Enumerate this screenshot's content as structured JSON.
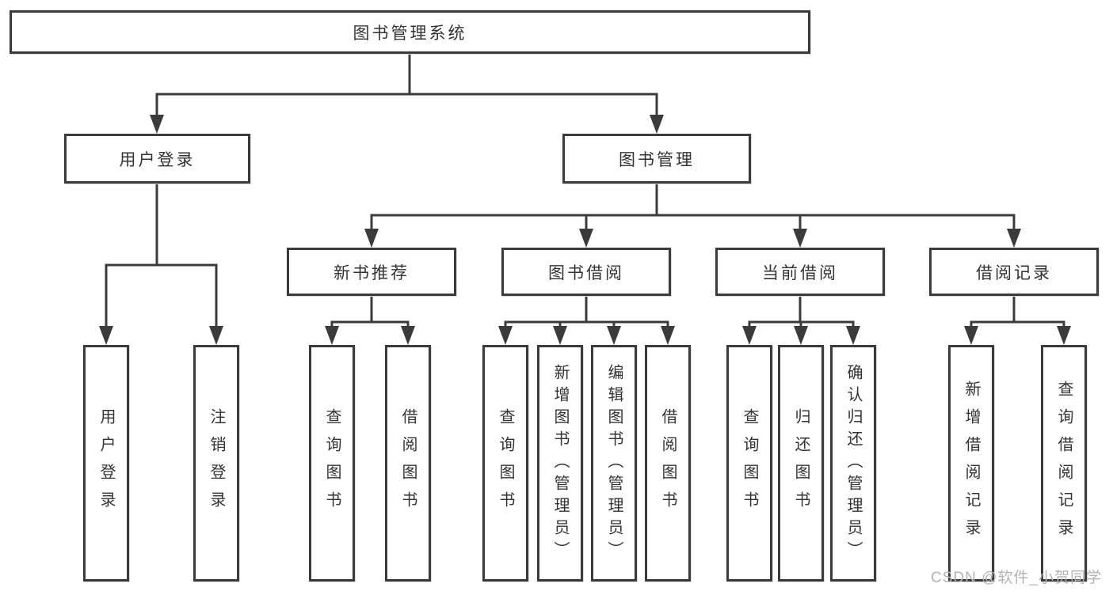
{
  "colors": {
    "line": "#3b3b3b",
    "text": "#333333",
    "box_bg": "#ffffff",
    "watermark": "#b3b3b3"
  },
  "nodes": {
    "root": "图书管理系统",
    "user_login": "用户登录",
    "book_mgmt": "图书管理",
    "new_book_rec": "新书推荐",
    "book_borrow": "图书借阅",
    "current_borrow": "当前借阅",
    "borrow_record": "借阅记录",
    "leaf_user_login": "用户登录",
    "leaf_logout": "注销登录",
    "leaf_nb_query": "查询图书",
    "leaf_nb_borrow": "借阅图书",
    "leaf_bb_query": "查询图书",
    "leaf_bb_add": "新增图书（管理员）",
    "leaf_bb_edit": "编辑图书（管理员）",
    "leaf_bb_borrow": "借阅图书",
    "leaf_cb_query": "查询图书",
    "leaf_cb_return": "归还图书",
    "leaf_cb_confirm": "确认归还（管理员）",
    "leaf_br_add": "新增借阅记录",
    "leaf_br_query": "查询借阅记录"
  },
  "watermark": "CSDN @软件_小贺同学"
}
